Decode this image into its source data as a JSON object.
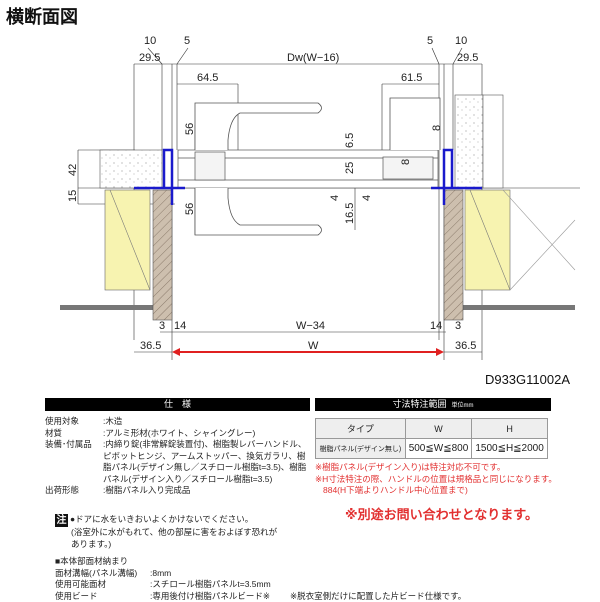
{
  "title": "横断面図",
  "drawing_code": "D933G11002A",
  "dimensions": {
    "top_left_10": "10",
    "top_left_5": "5",
    "top_left_29_5": "29.5",
    "dw": "Dw(W−16)",
    "top_right_5": "5",
    "top_right_10": "10",
    "top_right_29_5": "29.5",
    "left_64_5": "64.5",
    "right_61_5": "61.5",
    "handle_56_top": "56",
    "handle_56_bottom": "56",
    "d42": "42",
    "d15": "15",
    "d6_5": "6.5",
    "d25": "25",
    "d4a": "4",
    "d4b": "4",
    "d16_5": "16.5",
    "d8a": "8",
    "d8b": "8",
    "b3l": "3",
    "b14l": "14",
    "w34": "W−34",
    "b14r": "14",
    "b3r": "3",
    "b36l": "36.5",
    "w": "W",
    "b36r": "36.5"
  },
  "spec": {
    "header": "仕　様",
    "rows": [
      {
        "label": "使用対象",
        "value": ":木造"
      },
      {
        "label": "材質",
        "value": ":アルミ形材(ホワイト、シャイングレー)"
      },
      {
        "label": "装備･付属品",
        "value": ":内締り錠(非常解錠装置付)、樹脂製レバーハンドル、ピボットヒンジ、アームストッパー、換気ガラリ、樹脂パネル(デザイン無し／スチロール樹脂t=3.5)、樹脂パネル(デザイン入り／スチロール樹脂t=3.5)"
      },
      {
        "label": "出荷形態",
        "value": ":樹脂パネル入り完成品"
      }
    ]
  },
  "range": {
    "header": "寸法特注範囲",
    "unit": "単位mm",
    "col_type": "タイプ",
    "col_w": "W",
    "col_h": "H",
    "row_type": "樹脂パネル(デザイン無し)",
    "row_w": "500≦W≦800",
    "row_h": "1500≦H≦2000",
    "note1": "※樹脂パネル(デザイン入り)は特注対応不可です。",
    "note2": "※H寸法特注の際、ハンドルの位置は規格品と同じになります。",
    "note3": "884(H下端よりハンドル中心位置まで)",
    "contact": "※別途お問い合わせとなります。"
  },
  "caution": {
    "badge": "注",
    "line1": "●ドアに水をいきおいよくかけないでください。",
    "line2": "(浴室外に水がもれて、他の部屋に害をおよぼす恐れが",
    "line3": "あります。)"
  },
  "body": {
    "heading": "■本体部面材納まり",
    "rows": [
      {
        "label": "面材溝幅(パネル溝幅)",
        "value": ":8mm"
      },
      {
        "label": "使用可能面材",
        "value": ":スチロール樹脂パネルt=3.5mm"
      },
      {
        "label": "使用ビード",
        "value": ":専用後付け樹脂パネルビード※"
      }
    ],
    "bead_note": "※脱衣室側だけに配置した片ビード仕様です。"
  },
  "colors": {
    "frame": "#1a1acc",
    "arrow": "#e02020",
    "wall_panel": "#f7f3b0",
    "jamb": "#cdbfae"
  }
}
